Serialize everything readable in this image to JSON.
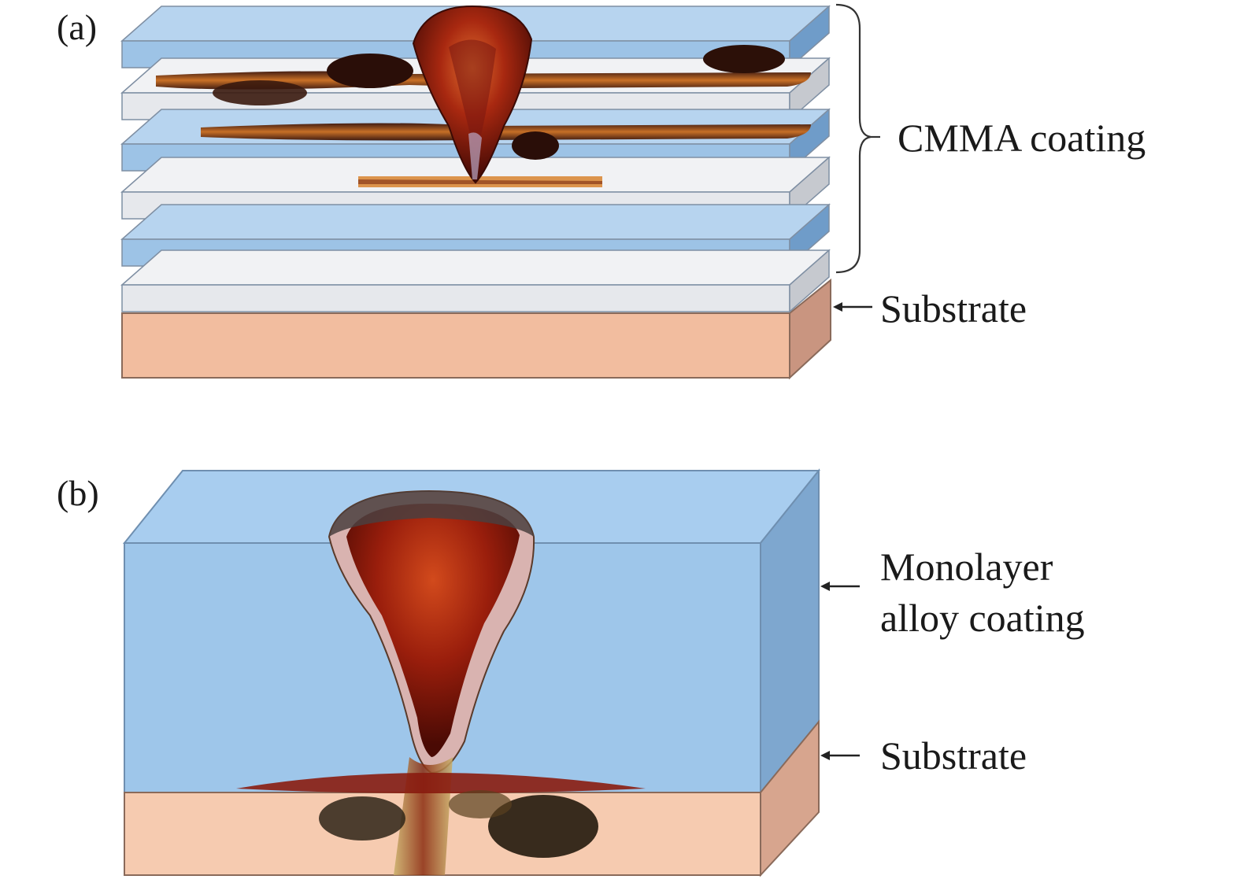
{
  "panel_a": {
    "tag": "(a)",
    "label_coating": "CMMA coating",
    "label_substrate": "Substrate"
  },
  "panel_b": {
    "tag": "(b)",
    "label_coating_line1": "Monolayer",
    "label_coating_line2": "alloy coating",
    "label_substrate": "Substrate"
  },
  "colors": {
    "blue_layer": "#9dc3e6",
    "grey_layer": "#e6e8ec",
    "substrate": "#f3c1a2",
    "corrosion_dark": "#5a1208",
    "corrosion_orange": "#c8501a"
  }
}
